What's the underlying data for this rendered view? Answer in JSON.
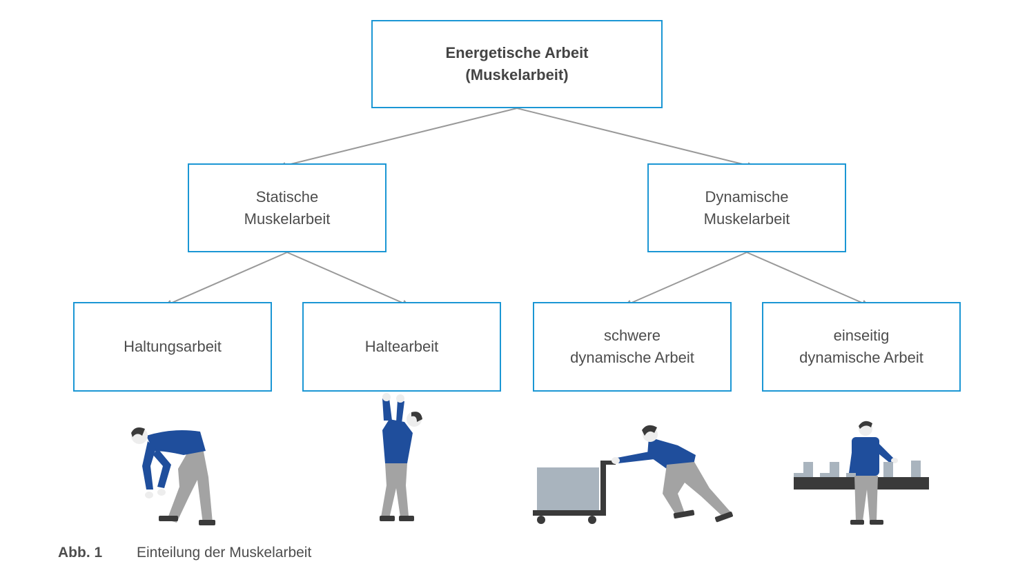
{
  "nodes": {
    "root": {
      "line1": "Energetische Arbeit",
      "line2": "(Muskelarbeit)"
    },
    "statisch": {
      "line1": "Statische",
      "line2": "Muskelarbeit"
    },
    "dynamisch": {
      "line1": "Dynamische",
      "line2": "Muskelarbeit"
    },
    "haltung": {
      "line1": "Haltungsarbeit"
    },
    "halte": {
      "line1": "Haltearbeit"
    },
    "schwer": {
      "line1": "schwere",
      "line2": "dynamische Arbeit"
    },
    "einseitig": {
      "line1": "einseitig",
      "line2": "dynamische Arbeit"
    }
  },
  "edges": [
    [
      "root",
      "statisch"
    ],
    [
      "root",
      "dynamisch"
    ],
    [
      "statisch",
      "haltung"
    ],
    [
      "statisch",
      "halte"
    ],
    [
      "dynamisch",
      "schwer"
    ],
    [
      "dynamisch",
      "einseitig"
    ]
  ],
  "colors": {
    "box_border": "#1a96d4",
    "arrow": "#999999",
    "shirt": "#1f4e9c",
    "trousers": "#a3a3a3",
    "skin": "#ededed",
    "hair": "#3a3a3a",
    "load": "#a9b4be",
    "equipment": "#3a3a3a"
  },
  "caption": {
    "number": "Abb. 1",
    "text": "Einteilung der Muskelarbeit"
  }
}
